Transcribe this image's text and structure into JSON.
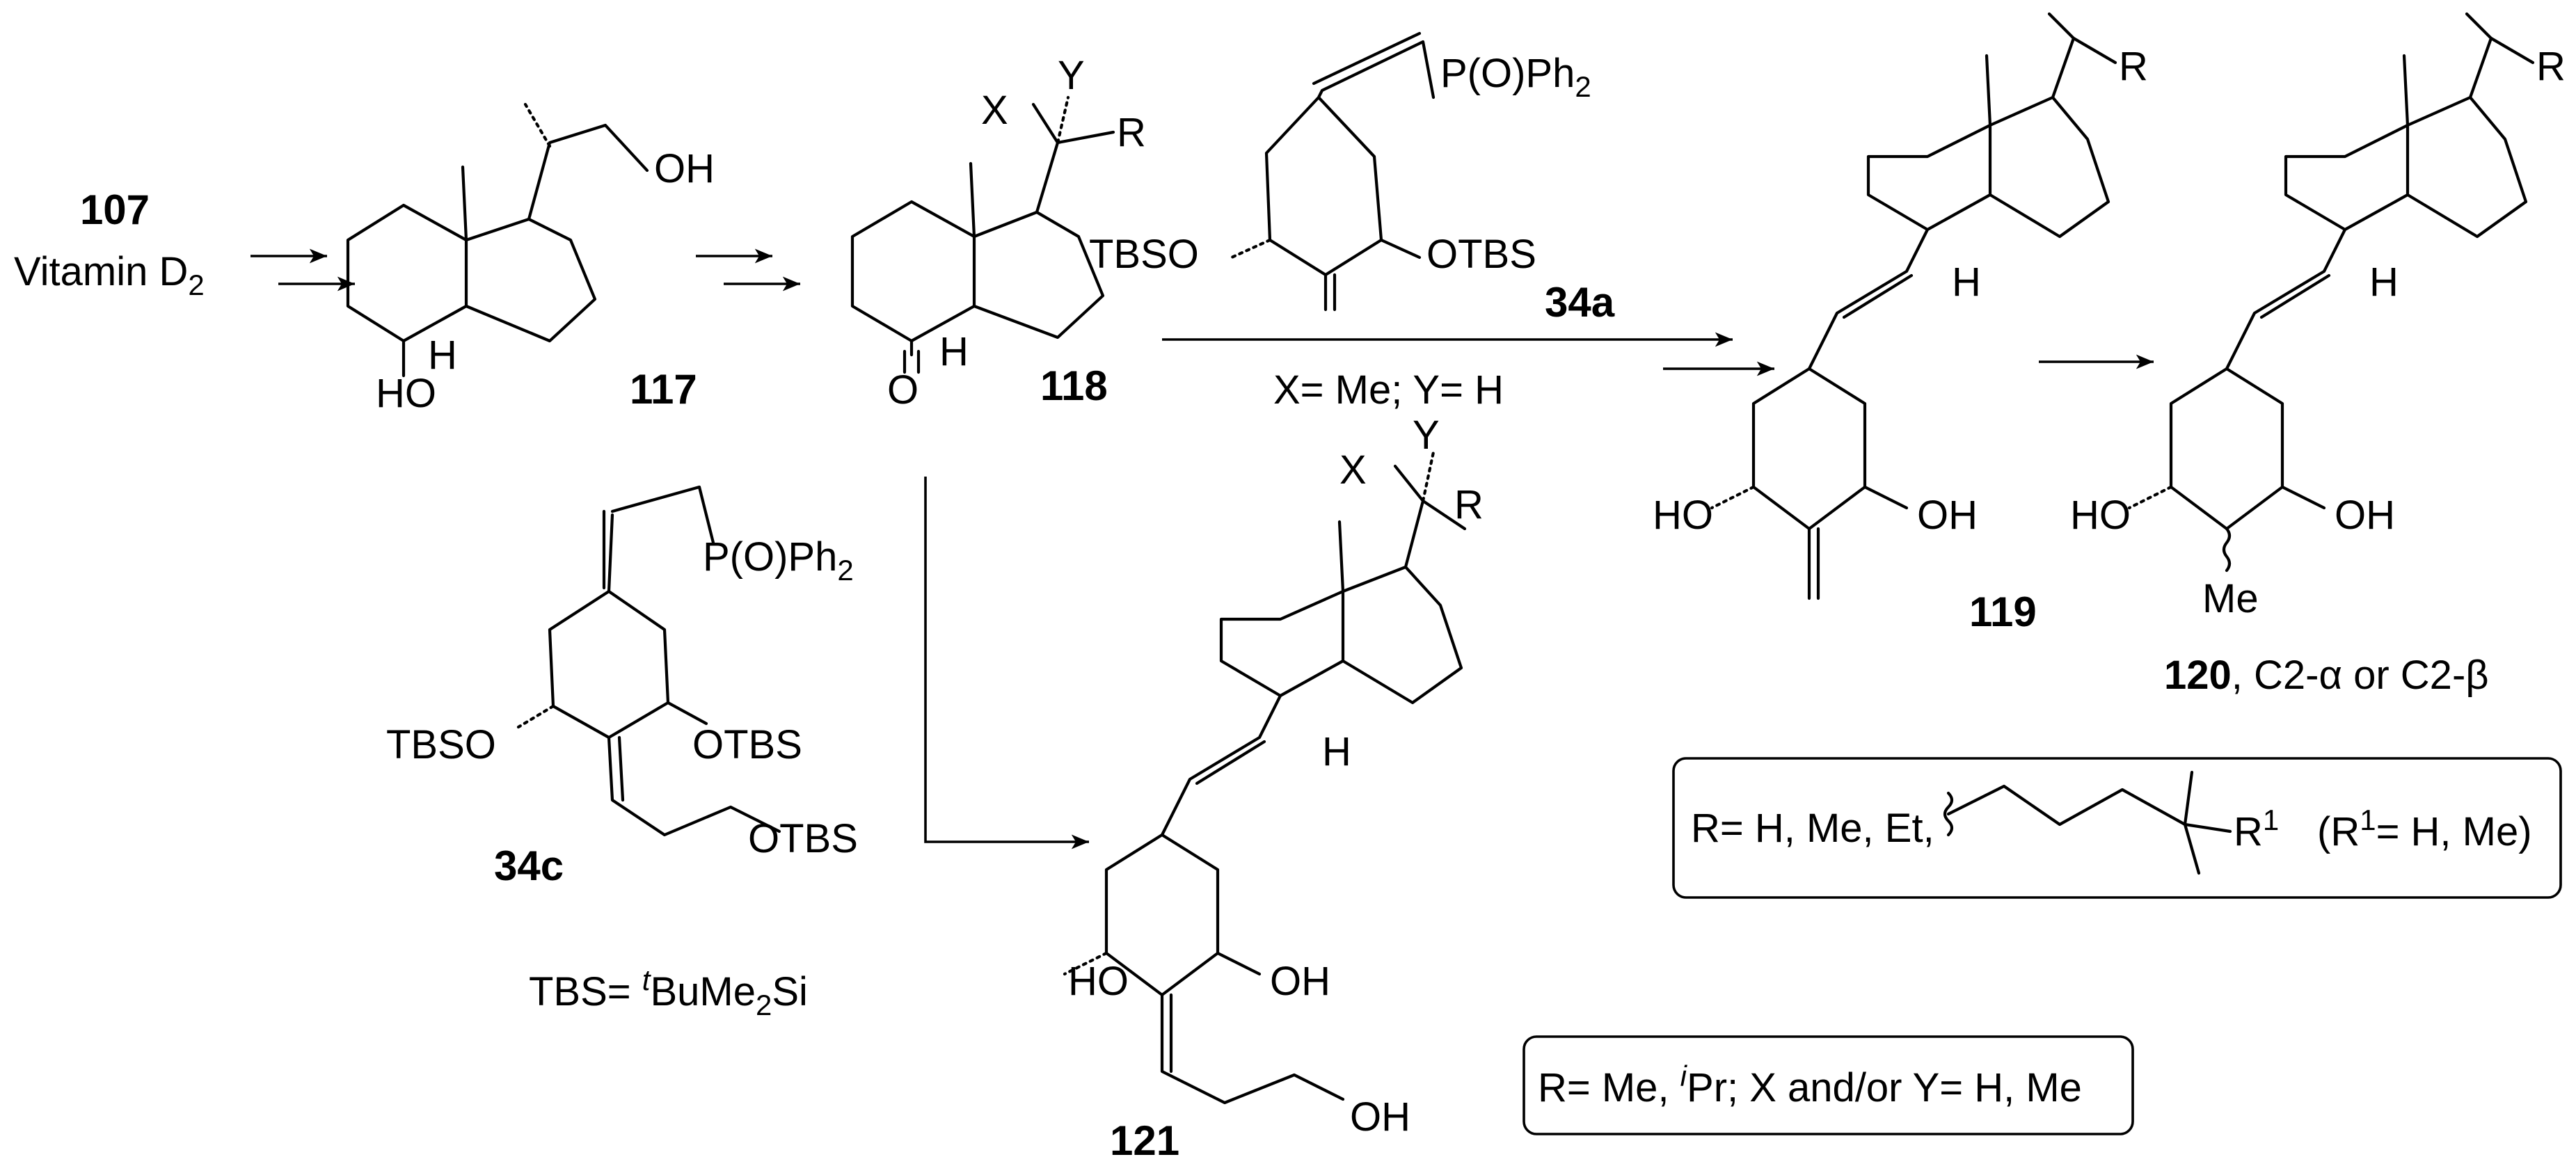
{
  "start": {
    "number": "107",
    "name": "Vitamin D",
    "name_sub": "2"
  },
  "c117": {
    "number": "117",
    "ho": "HO",
    "h": "H",
    "oh": "OH"
  },
  "c118": {
    "number": "118",
    "o": "O",
    "h": "H",
    "x": "X",
    "y": "Y",
    "r": "R"
  },
  "reagent34a": {
    "number": "34a",
    "tbso": "TBSO",
    "otbs": "OTBS",
    "phos": "P(O)Ph",
    "phos_sub": "2"
  },
  "conditions": {
    "xy": "X= Me; Y= H"
  },
  "c119": {
    "number": "119",
    "ho": "HO",
    "oh": "OH",
    "h": "H",
    "r": "R"
  },
  "c120": {
    "number": "120",
    "suffix": ", C2-α or C2-β",
    "ho": "HO",
    "oh": "OH",
    "me": "Me",
    "h": "H",
    "r": "R"
  },
  "reagent34c": {
    "number": "34c",
    "tbso": "TBSO",
    "otbs1": "OTBS",
    "otbs2": "OTBS",
    "phos": "P(O)Ph",
    "phos_sub": "2"
  },
  "tbs_def": {
    "prefix": "TBS= ",
    "sup": "t",
    "mid": "BuMe",
    "sub": "2",
    "suffix": "Si"
  },
  "c121": {
    "number": "121",
    "ho": "HO",
    "oh1": "OH",
    "oh2": "OH",
    "h": "H",
    "x": "X",
    "y": "Y",
    "r": "R"
  },
  "box1": {
    "prefix": "R= H, Me, Et,",
    "r1": "R",
    "r1_sup": "1",
    "paren_a": "(R",
    "paren_sup": "1",
    "paren_b": "= H, Me)"
  },
  "box2": {
    "prefix": "R= Me, ",
    "sup": "i",
    "suffix": "Pr; X and/or Y= H, Me"
  }
}
